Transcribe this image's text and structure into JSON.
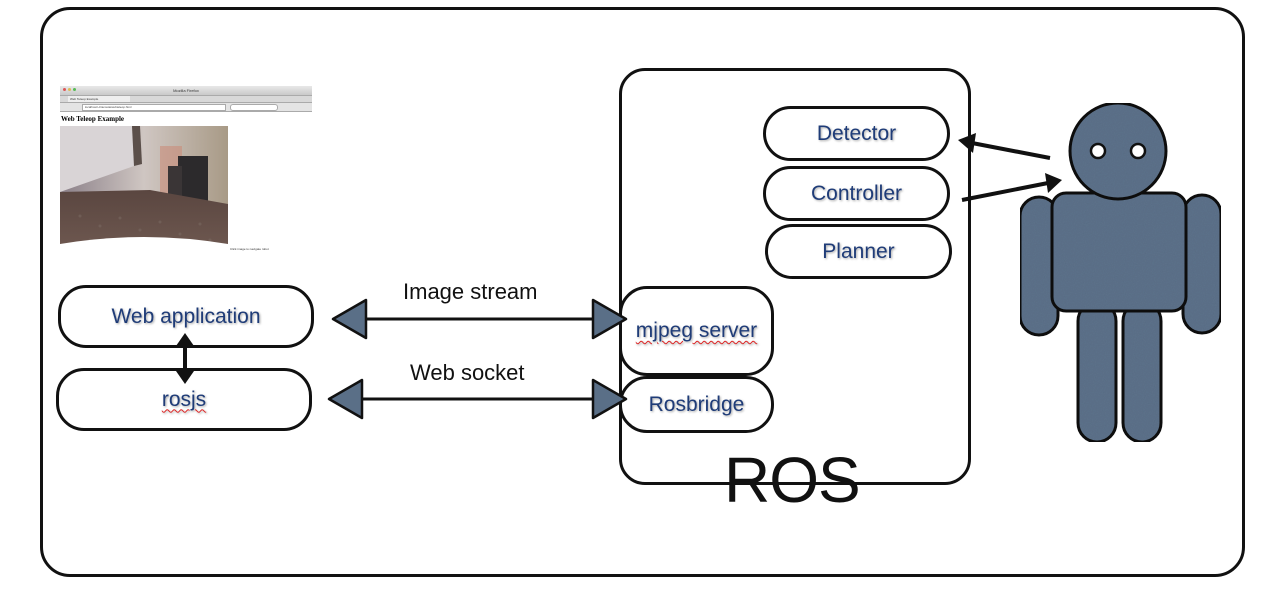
{
  "thumbnail": {
    "window_title": "Mozilla Firefox",
    "tab_label": "Web Teleop Example",
    "url": "localhost/~Dacosta/webteleop.html",
    "page_heading": "Web Teleop Example",
    "caption": "Click image to navigate robot"
  },
  "left": {
    "web_app": "Web application",
    "rosjs": "rosjs"
  },
  "links": {
    "image_stream": "Image stream",
    "web_socket": "Web socket"
  },
  "ros": {
    "label": "ROS",
    "mjpeg": "mjpeg server",
    "rosbridge": "Rosbridge",
    "detector": "Detector",
    "controller": "Controller",
    "planner": "Planner"
  },
  "colors": {
    "robot_fill": "#5c718a",
    "arrow_fill": "#5a6f87",
    "pill_text": "#1f3c78"
  }
}
